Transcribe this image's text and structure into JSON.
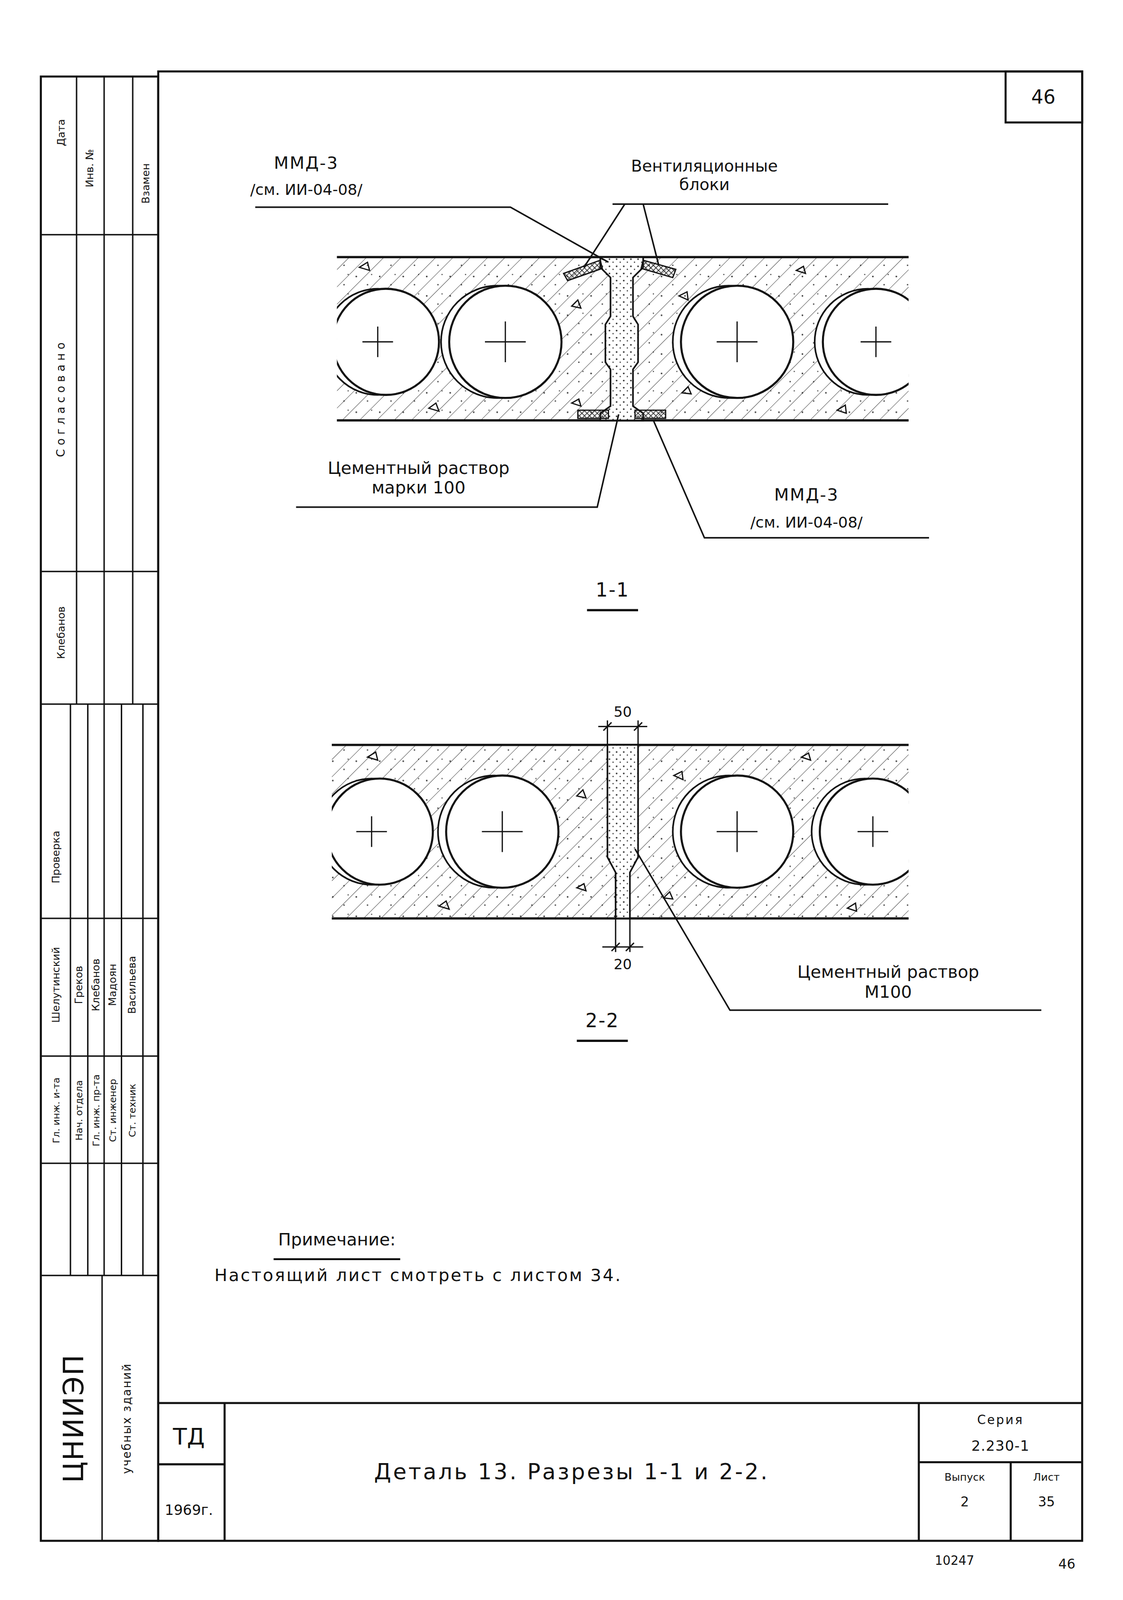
{
  "diagram": {
    "title": "Деталь 13. Разрезы 1-1 и 2-2.",
    "labels": [
      "46",
      "ММД-3",
      "/см. ИИ-04-08/",
      "Вентиляционные блоки",
      "Цементный раствор марки 100",
      "ММД-3",
      "/см. ИИ-04-08/",
      "1-1",
      "50",
      "20",
      "Цементный раствор М100",
      "2-2",
      "Примечание:",
      "Настоящий лист смотреть с листом 34.",
      "ТД",
      "1969г.",
      "Серия",
      "2.230-1",
      "Выпуск",
      "Лист",
      "2",
      "35",
      "10247",
      "46",
      "Дата",
      "Инв. №",
      "Взамен",
      "Согласовано",
      "Клебанов",
      "Проверка",
      "Шелутинский",
      "Греков",
      "Клебанов",
      "Мадоян",
      "Васильева",
      "Гл. инж. и-та",
      "Нач. отдела",
      "Гл. инж. пр-та",
      "Ст. инженер",
      "Ст. техник",
      "ЦНИИЭП",
      "учебных зданий"
    ]
  }
}
